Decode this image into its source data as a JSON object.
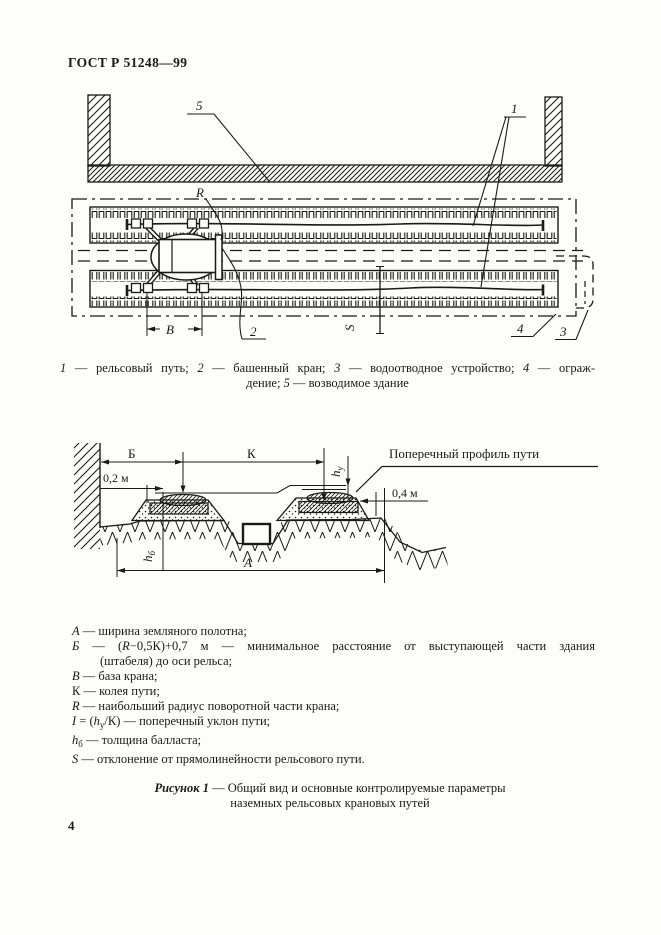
{
  "page": {
    "header": "ГОСТ Р 51248—99",
    "page_number": "4"
  },
  "figure1": {
    "plan": {
      "callouts": {
        "rail_track": "1",
        "tower_crane": "2",
        "drainage_device": "3",
        "fence": "4",
        "building_under_construction": "5"
      },
      "dims": {
        "radius": "R",
        "crane_base": "В",
        "straightness_deviation": "S"
      }
    },
    "plan_caption": {
      "line1": [
        {
          "t": "1",
          "i": 1
        },
        {
          "t": " — рельсовый путь; "
        },
        {
          "t": "2",
          "i": 1
        },
        {
          "t": " — башенный кран; "
        },
        {
          "t": "3",
          "i": 1
        },
        {
          "t": " — водоотводное устройство; "
        },
        {
          "t": "4",
          "i": 1
        },
        {
          "t": " — ограж-"
        }
      ],
      "line2": [
        {
          "t": "дение; "
        },
        {
          "t": "5",
          "i": 1
        },
        {
          "t": " — возводимое здание"
        }
      ]
    },
    "section": {
      "title": "Поперечный профиль пути",
      "dims": {
        "b": "Б",
        "k": "К",
        "a": "А",
        "d02": "0,2 м",
        "d04": "0,4 м",
        "hy_base": "h",
        "hy_sub": "у",
        "hb_base": "h",
        "hb_sub": "б"
      }
    },
    "legend": {
      "lines": [
        {
          "segs": [
            {
              "t": "А",
              "i": 1
            },
            {
              "t": " — ширина земляного полотна;"
            }
          ]
        },
        {
          "j": 1,
          "segs": [
            {
              "t": "Б",
              "i": 1
            },
            {
              "t": " — ("
            },
            {
              "t": "R",
              "i": 1
            },
            {
              "t": "−0,5К)+0,7 м — минимальное расстояние от выступающей части здания"
            }
          ]
        },
        {
          "ind": 1,
          "segs": [
            {
              "t": "(штабеля) до оси рельса;"
            }
          ]
        },
        {
          "segs": [
            {
              "t": "В",
              "i": 1
            },
            {
              "t": " — база крана;"
            }
          ]
        },
        {
          "segs": [
            {
              "t": "К — колея пути;"
            }
          ]
        },
        {
          "segs": [
            {
              "t": "R",
              "i": 1
            },
            {
              "t": " — наибольший радиус поворотной части крана;"
            }
          ]
        },
        {
          "segs": [
            {
              "t": "I",
              "i": 1
            },
            {
              "t": " = ("
            },
            {
              "t": "h",
              "i": 1
            },
            {
              "t": "у",
              "s": 1
            },
            {
              "t": "/К) — поперечный уклон пути;"
            }
          ]
        },
        {
          "segs": [
            {
              "t": "h",
              "i": 1
            },
            {
              "t": "б",
              "s": 1
            },
            {
              "t": " — толщина балласта;"
            }
          ]
        },
        {
          "segs": [
            {
              "t": "S",
              "i": 1
            },
            {
              "t": " — отклонение от прямолинейности рельсового пути."
            }
          ]
        }
      ]
    },
    "caption": {
      "line1": [
        {
          "t": "Рисунок 1",
          "b": 1,
          "i": 1
        },
        {
          "t": " — Общий вид и основные контролируемые параметры"
        }
      ],
      "line2": [
        {
          "t": "наземных рельсовых крановых путей"
        }
      ]
    }
  }
}
